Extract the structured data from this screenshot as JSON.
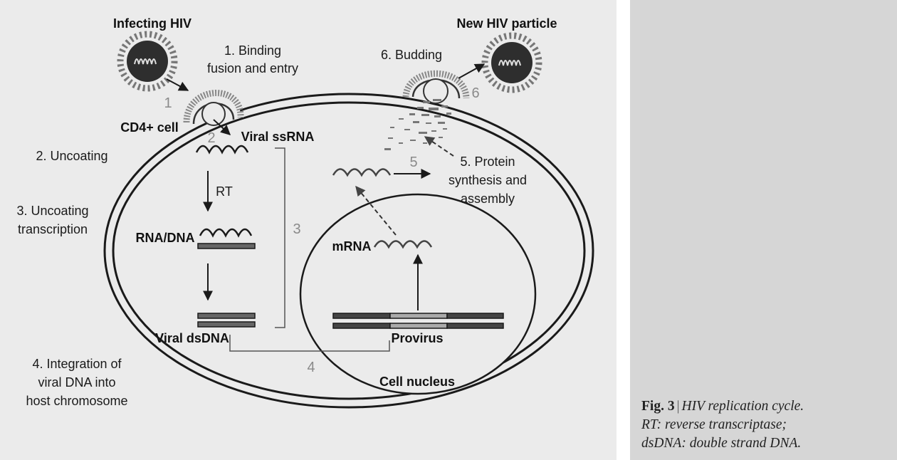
{
  "diagram": {
    "infecting_hiv": "Infecting HIV",
    "new_hiv_particle": "New HIV particle",
    "step1_line1": "1. Binding",
    "step1_line2": "fusion and entry",
    "step6_label": "6. Budding",
    "cd4_cell": "CD4+ cell",
    "viral_ssrna": "Viral ssRNA",
    "step2_label": "2. Uncoating",
    "step3_line1": "3. Uncoating",
    "step3_line2": "transcription",
    "rt": "RT",
    "rna_dna": "RNA/DNA",
    "viral_dsdna": "Viral dsDNA",
    "step4_line1": "4. Integration of",
    "step4_line2": "viral DNA into",
    "step4_line3": "host chromosome",
    "step5_line1": "5. Protein",
    "step5_line2": "synthesis and",
    "step5_line3": "assembly",
    "mrna": "mRNA",
    "provirus": "Provirus",
    "cell_nucleus": "Cell nucleus",
    "num1": "1",
    "num2": "2",
    "num3": "3",
    "num4": "4",
    "num5": "5",
    "num6": "6"
  },
  "caption": {
    "fig_label": "Fig. 3",
    "separator": "|",
    "line1": "HIV replication cycle.",
    "line2": "RT: reverse transcriptase;",
    "line3": "dsDNA: double strand DNA."
  },
  "colors": {
    "figure_background": "#ebebeb",
    "caption_background": "#d6d6d6",
    "ink": "#1a1a1a",
    "step_number": "#8a8a8a"
  }
}
